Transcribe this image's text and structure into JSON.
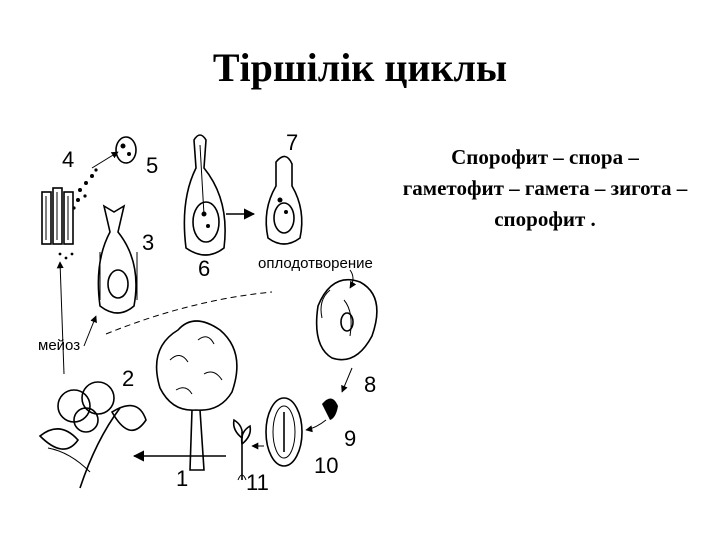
{
  "slide": {
    "title": "Тіршілік циклы",
    "caption": "Спорофит – спора – гаметофит – гамета – зигота – спорофит ."
  },
  "diagram": {
    "labels": {
      "n1": "1",
      "n2": "2",
      "n3": "3",
      "n4": "4",
      "n5": "5",
      "n6": "6",
      "n7": "7",
      "n8": "8",
      "n9": "9",
      "n10": "10",
      "n11": "11",
      "meiosis": "мейоз",
      "fertilization": "оплодотворение"
    }
  }
}
